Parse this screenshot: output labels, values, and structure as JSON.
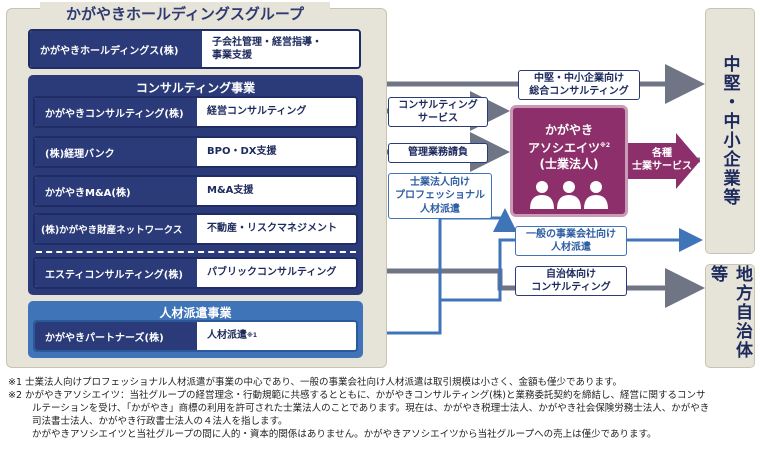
{
  "group_title": "かがやきホールディングスグループ",
  "holdings": {
    "name": "かがやきホールディングス(株)",
    "desc_line1": "子会社管理・経営指導・",
    "desc_line2": "事業支援"
  },
  "consulting_section": {
    "title": "コンサルティング事業",
    "companies": [
      {
        "name": "かがやきコンサルティング(株)",
        "desc": "経営コンサルティング"
      },
      {
        "name": "(株)経理バンク",
        "desc": "BPO・DX支援"
      },
      {
        "name": "かがやきM&A(株)",
        "desc": "M&A支援"
      },
      {
        "name": "(株)かがやき財産ネットワークス",
        "desc": "不動産・リスクマネジメント"
      },
      {
        "name": "エスティコンサルティング(株)",
        "desc": "パブリックコンサルティング"
      }
    ]
  },
  "staffing_section": {
    "title": "人材派遣事業",
    "company": {
      "name": "かがやきパートナーズ(株)",
      "desc": "人材派遣",
      "note_mark": "※1"
    }
  },
  "services": {
    "sme_consulting": [
      "中堅・中小企業向け",
      "総合コンサルティング"
    ],
    "consulting_service": [
      "コンサルティング",
      "サービス"
    ],
    "accounting_outsourcing": "管理業務請負",
    "professional_staffing": [
      "士業法人向け",
      "プロフェッショナル",
      "人材派遣"
    ],
    "general_staffing": [
      "一般の事業会社向け",
      "人材派遣"
    ],
    "municipal_consulting": [
      "自治体向け",
      "コンサルティング"
    ],
    "various_services": [
      "各種",
      "士業サービス"
    ]
  },
  "associates": {
    "line1": "かがやき",
    "line2": "アソシエイツ",
    "note_mark": "※2",
    "line3": "(士業法人)"
  },
  "targets": {
    "sme": "中堅・中小企業等",
    "municipal": "地方自治体等"
  },
  "notes": [
    "※1 士業法人向けプロフェッショナル人材派遣が事業の中心であり、一般の事業会社向け人材派遣は取引規模は小さく、金額も僅少であります。",
    "※2 かがやきアソシエイツ：当社グループの経営理念・行動規範に共感するとともに、かがやきコンサルティング(株)と業務委託契約を締結し、経営に関するコンサ",
    "ルテーションを受け、「かがやき」商標の利用を許可された士業法人のことであります。現在は、かがやき税理士法人、かがやき社会保険労務士法人、かがやき",
    "司法書士法人、かがやき行政書士法人の４法人を指します。",
    "かがやきアソシエイツと当社グループの間に人的・資本的関係はありません。かがやきアソシエイツから当社グループへの売上は僅少であります。"
  ],
  "colors": {
    "navy": "#2b3a78",
    "blue": "#3f74b8",
    "magenta": "#8c2f6a",
    "beige": "#e6e3d8",
    "arrow_gray": "#6f7585"
  }
}
